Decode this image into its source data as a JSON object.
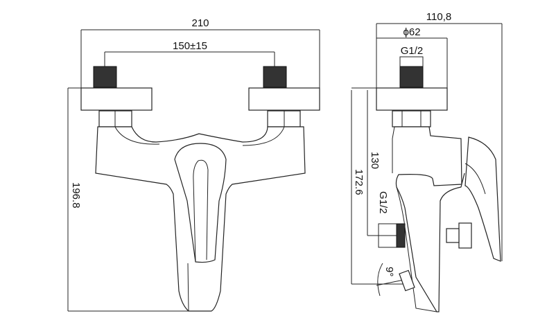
{
  "front_view": {
    "width_overall": "210",
    "inlet_spacing": "150±15",
    "height_overall": "196.8"
  },
  "side_view": {
    "depth_overall": "110,8",
    "flange_diameter": "ϕ62",
    "inlet_thread": "G1/2",
    "outlet_height": "130",
    "height_overall": "172.6",
    "outlet_thread": "G1/2",
    "tilt_angle": "9°"
  },
  "colors": {
    "line": "#222222",
    "thread_fill": "#333333",
    "background": "#ffffff"
  }
}
